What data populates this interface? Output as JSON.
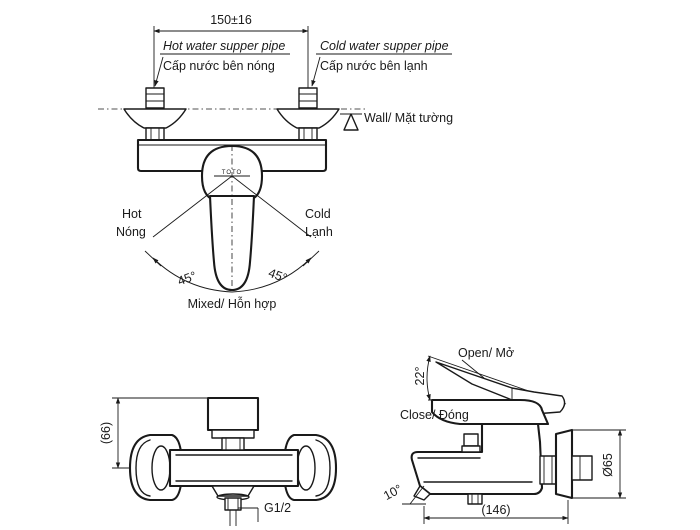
{
  "top_view": {
    "dimension_width": "150±16",
    "hot_pipe_en": "Hot water supper pipe",
    "hot_pipe_vi": "Cấp nước bên nóng",
    "cold_pipe_en": "Cold water supper pipe",
    "cold_pipe_vi": "Cấp nước bên lạnh",
    "wall_label": "Wall/ Mặt tường",
    "logo_text": "TOTO",
    "hot_en": "Hot",
    "hot_vi": "Nóng",
    "cold_en": "Cold",
    "cold_vi": "Lạnh",
    "angle_left": "45°",
    "angle_right": "45°",
    "mixed_label": "Mixed/ Hỗn hợp"
  },
  "front_view": {
    "height_dim": "(66)",
    "thread_label": "G1/2"
  },
  "side_view": {
    "open_label": "Open/ Mở",
    "close_label": "Close/ Đóng",
    "handle_angle": "22°",
    "spout_angle": "10°",
    "length_dim": "(146)",
    "diameter_dim": "Ø65"
  }
}
